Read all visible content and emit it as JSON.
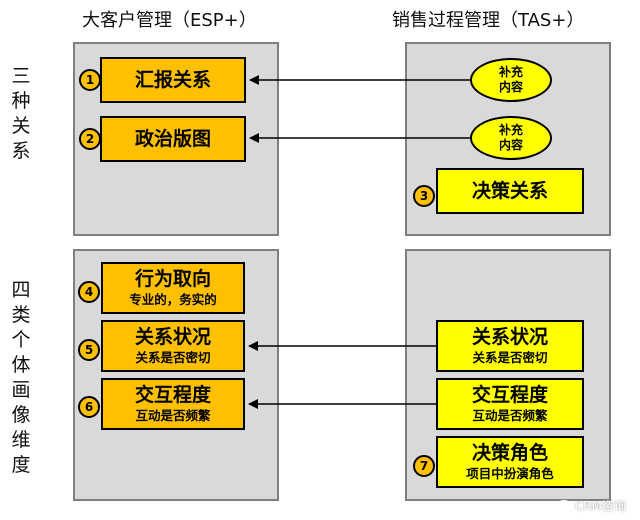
{
  "headings": {
    "left": "大客户管理（ESP+）",
    "right": "销售过程管理（TAS+）"
  },
  "side_labels": {
    "top": "三种关系",
    "bottom": "四类个体画像维度"
  },
  "left_top_boxes": [
    {
      "num": "1",
      "label": "汇报关系"
    },
    {
      "num": "2",
      "label": "政治版图"
    }
  ],
  "right_top_ovals": [
    {
      "line1": "补充",
      "line2": "内容"
    },
    {
      "line1": "补充",
      "line2": "内容"
    }
  ],
  "right_top_box": {
    "num": "3",
    "label": "决策关系"
  },
  "left_bottom_boxes": [
    {
      "num": "4",
      "label": "行为取向",
      "sub": "专业的，务实的"
    },
    {
      "num": "5",
      "label": "关系状况",
      "sub": "关系是否密切"
    },
    {
      "num": "6",
      "label": "交互程度",
      "sub": "互动是否频繁"
    }
  ],
  "right_bottom_boxes": [
    {
      "label": "关系状况",
      "sub": "关系是否密切"
    },
    {
      "label": "交互程度",
      "sub": "互动是否频繁"
    },
    {
      "num": "7",
      "label": "决策角色",
      "sub": "项目中扮演角色"
    }
  ],
  "watermark": "CRM咨询",
  "colors": {
    "orange": "#ffc000",
    "yellow": "#ffff00",
    "panel": "#d9d9d9"
  }
}
